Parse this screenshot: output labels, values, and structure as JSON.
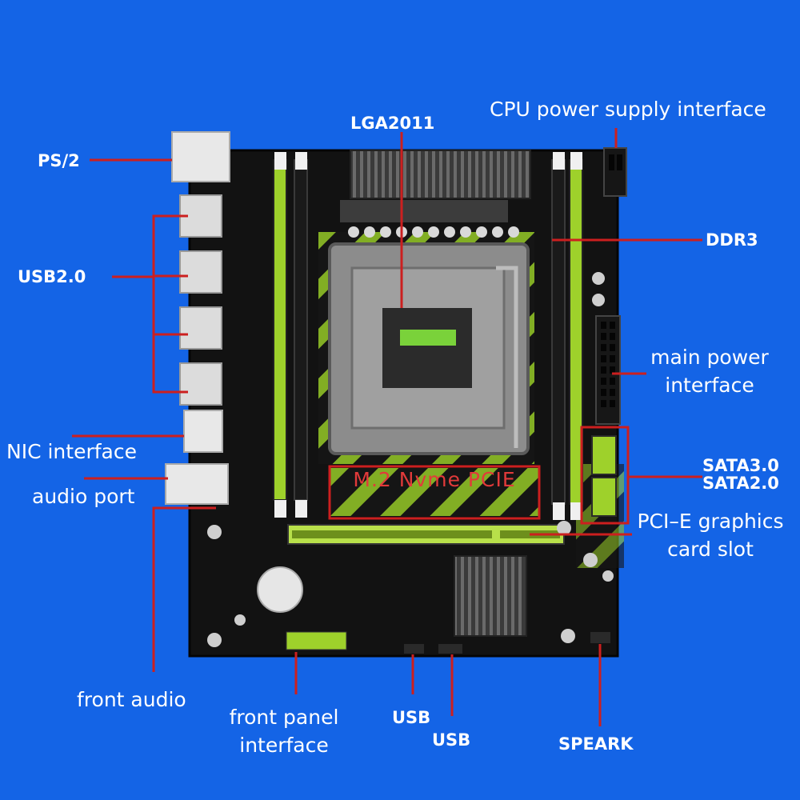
{
  "labels": {
    "cpu_power": "CPU power supply interface",
    "lga": "LGA2011",
    "ps2": "PS/2",
    "ddr3": "DDR3",
    "usb20": "USB2.0",
    "main_power_line1": "main power",
    "main_power_line2": "interface",
    "nic": "NIC interface",
    "sata3": "SATA3.0",
    "sata2": "SATA2.0",
    "audio": "audio port",
    "m2": "M.2 Nvme PCIE",
    "pcie_line1": "PCI–E graphics",
    "pcie_line2": "card slot",
    "front_audio": "front audio",
    "front_panel_line1": "front panel",
    "front_panel_line2": "interface",
    "usb_a": "USB",
    "usb_b": "USB",
    "speaker": "SPEARK"
  },
  "colors": {
    "background": "#1464e6",
    "board": "#111111",
    "leader": "#cc1f1f",
    "label_text": "#ffffff",
    "accent_green": "#a3d82a"
  }
}
